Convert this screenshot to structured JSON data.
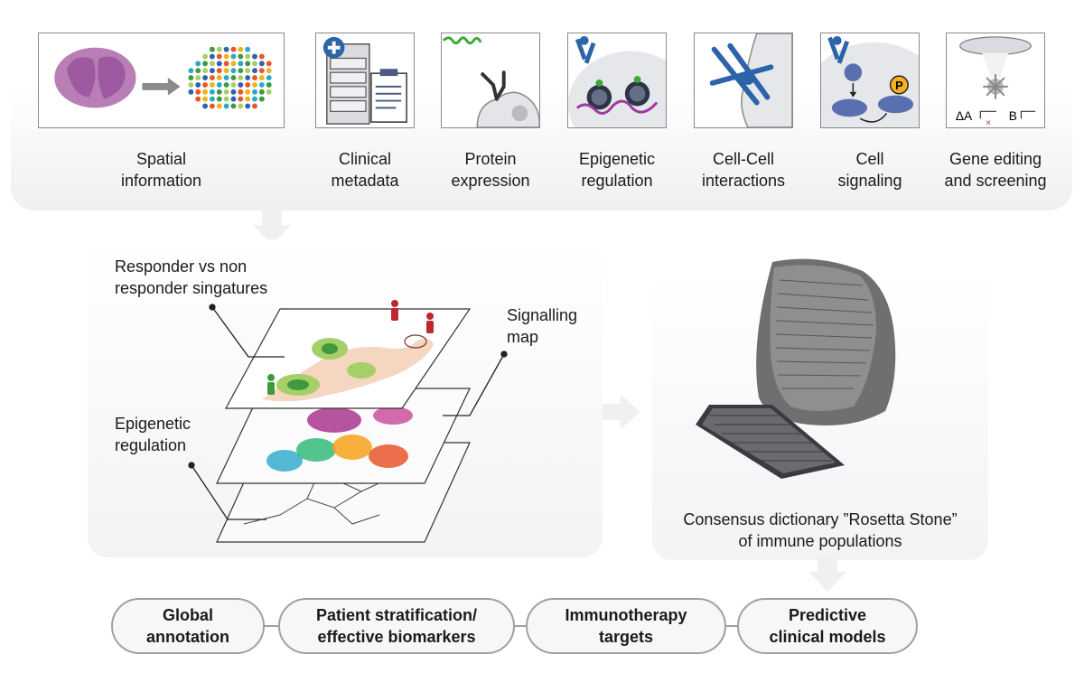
{
  "data_types": [
    {
      "label": "Spatial\ninformation",
      "icon": "tissue-to-spot-grid-icon"
    },
    {
      "label": "Clinical\nmetadata",
      "icon": "server-clipboard-icon"
    },
    {
      "label": "Protein\nexpression",
      "icon": "antibody-cell-icon"
    },
    {
      "label": "Epigenetic\nregulation",
      "icon": "nucleosome-icon"
    },
    {
      "label": "Cell-Cell\ninteractions",
      "icon": "receptor-ligand-icon"
    },
    {
      "label": "Cell\nsignaling",
      "icon": "phosphorylation-icon"
    },
    {
      "label": "Gene editing\nand screening",
      "icon": "crispr-screen-icon"
    }
  ],
  "gene_editing_tile": {
    "delta_a": "ΔA",
    "b": "B",
    "p_badge": "P"
  },
  "layers": {
    "responder_label": "Responder vs non\nresponder singatures",
    "signalling_label": "Signalling\nmap",
    "epigenetic_label": "Epigenetic\nregulation"
  },
  "rosetta": {
    "caption": "Consensus dictionary ”Rosetta Stone”\nof immune populations"
  },
  "outcomes": [
    {
      "label": "Global\nannotation"
    },
    {
      "label": "Patient stratification/\neffective biomarkers"
    },
    {
      "label": "Immunotherapy\ntargets"
    },
    {
      "label": "Predictive\nclinical models"
    }
  ],
  "colors": {
    "responder": "#c0262d",
    "non_responder": "#3f9a3c",
    "protein_dna": "#3aaa35",
    "receptor": "#2d63a8",
    "panel_bg": "#eff0f2",
    "outcome_border": "#a0a0a0"
  }
}
